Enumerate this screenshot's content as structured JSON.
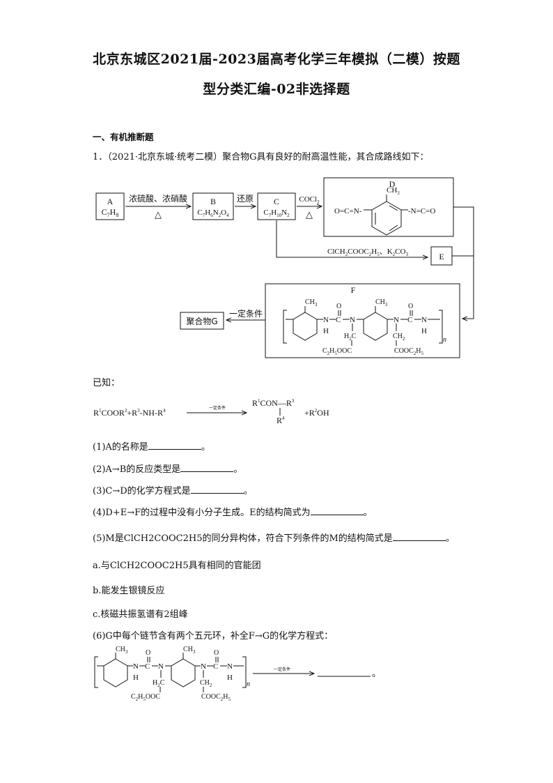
{
  "title": {
    "line1": "北京东城区2021届-2023届高考化学三年模拟（二模）按题",
    "line2": "型分类汇编-02非选择题"
  },
  "section_heading": "一、有机推断题",
  "question_intro": "1．（2021·北京东城·统考二模）聚合物G具有良好的耐高温性能，其合成路线如下：",
  "scheme": {
    "A_label": "A",
    "A_formula": "C7H8",
    "reagent_AB": "浓硫酸、浓硝酸",
    "heat_symbol": "△",
    "B_label": "B",
    "B_formula": "C7H6N2O4",
    "reagent_BC": "还原",
    "C_label": "C",
    "C_formula": "C7H10N2",
    "reagent_CD": "COCl2",
    "D_label": "D",
    "CH3": "CH3",
    "isocyanate_left": "O=C=N-",
    "isocyanate_right": "-N=C=O",
    "reagent_CE": "ClCH2COOC2H5、K2CO3",
    "E_label": "E",
    "F_label": "F",
    "condition": "一定条件",
    "polymer_G": "聚合物G",
    "N": "N",
    "H": "H",
    "C": "C",
    "O": "O",
    "H2C": "H2C",
    "CH2": "CH2",
    "ester_left": "C2H5OOC",
    "ester_right": "COOC2H5",
    "n": "n"
  },
  "known_label": "已知：",
  "known_reaction": {
    "left": "R1COOR2+R3-NH-R4",
    "condition": "一定条件",
    "product": "R1CON—R3",
    "product_r4": "R4",
    "byproduct": "+R2OH"
  },
  "questions": [
    {
      "text": "(1)A的名称是",
      "end": "。"
    },
    {
      "text": "(2)A→B的反应类型是",
      "end": "。"
    },
    {
      "text": "(3)C→D的化学方程式是",
      "end": "。"
    },
    {
      "text": "(4)D+E→F的过程中没有小分子生成。E的结构简式为",
      "end": "。"
    },
    {
      "text": "(5)M是ClCH2COOC2H5的同分异构体，符合下列条件的M的结构简式是",
      "end": "。"
    }
  ],
  "conditions": [
    "a.与ClCH2COOC2H5具有相同的官能团",
    "b.能发生银镜反应",
    "c.核磁共振氢谱有2组峰"
  ],
  "q6": "(6)G中每个链节含有两个五元环，补全F→G的化学方程式：",
  "q6_condition": "一定条件",
  "q6_end": "。"
}
